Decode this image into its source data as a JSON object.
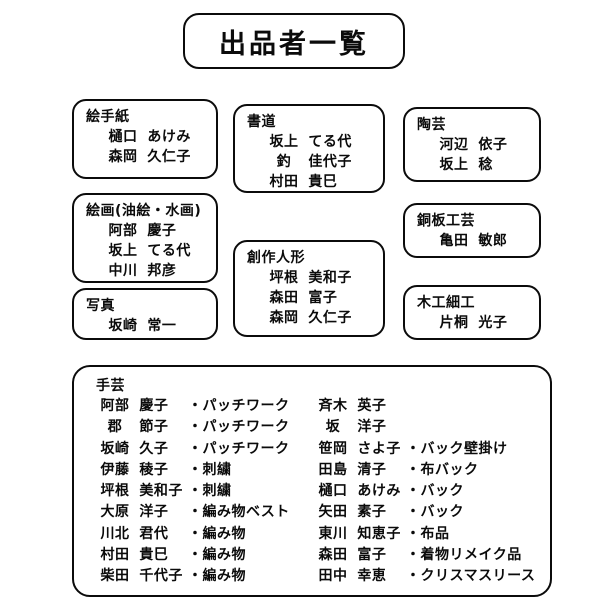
{
  "title": {
    "text": "出品者一覧"
  },
  "categories": [
    {
      "id": "etegami",
      "name": "絵手紙",
      "members": [
        {
          "surname": "樋口",
          "given": "あけみ"
        },
        {
          "surname": "森岡",
          "given": "久仁子"
        }
      ]
    },
    {
      "id": "kaiga",
      "name": "絵画(油絵・水画)",
      "members": [
        {
          "surname": "阿部",
          "given": "慶子"
        },
        {
          "surname": "坂上",
          "given": "てる代"
        },
        {
          "surname": "中川",
          "given": "邦彦"
        }
      ]
    },
    {
      "id": "shashin",
      "name": "写真",
      "members": [
        {
          "surname": "坂崎",
          "given": "常一"
        }
      ]
    },
    {
      "id": "shodo",
      "name": "書道",
      "members": [
        {
          "surname": "坂上",
          "given": "てる代"
        },
        {
          "surname": "釣",
          "given": "佳代子"
        },
        {
          "surname": "村田",
          "given": "貴巳"
        }
      ]
    },
    {
      "id": "ningyo",
      "name": "創作人形",
      "members": [
        {
          "surname": "坪根",
          "given": "美和子"
        },
        {
          "surname": "森田",
          "given": "富子"
        },
        {
          "surname": "森岡",
          "given": "久仁子"
        }
      ]
    },
    {
      "id": "togei",
      "name": "陶芸",
      "members": [
        {
          "surname": "河辺",
          "given": "依子"
        },
        {
          "surname": "坂上",
          "given": "稔"
        }
      ]
    },
    {
      "id": "douban",
      "name": "銅板工芸",
      "members": [
        {
          "surname": "亀田",
          "given": "敏郎"
        }
      ]
    },
    {
      "id": "mokko",
      "name": "木工細工",
      "members": [
        {
          "surname": "片桐",
          "given": "光子"
        }
      ]
    }
  ],
  "handicraft": {
    "name": "手芸",
    "left_column": [
      {
        "surname": "阿部",
        "given": "慶子",
        "item": "・パッチワーク"
      },
      {
        "surname": "郡",
        "given": "節子",
        "item": "・パッチワーク"
      },
      {
        "surname": "坂崎",
        "given": "久子",
        "item": "・パッチワーク"
      },
      {
        "surname": "伊藤",
        "given": "稜子",
        "item": "・刺繍"
      },
      {
        "surname": "坪根",
        "given": "美和子",
        "item": "・刺繍"
      },
      {
        "surname": "大原",
        "given": "洋子",
        "item": "・編み物ベスト"
      },
      {
        "surname": "川北",
        "given": "君代",
        "item": "・編み物"
      },
      {
        "surname": "村田",
        "given": "貴巳",
        "item": "・編み物"
      },
      {
        "surname": "柴田",
        "given": "千代子",
        "item": "・編み物"
      }
    ],
    "right_column": [
      {
        "surname": "斉木",
        "given": "英子",
        "item": ""
      },
      {
        "surname": "坂",
        "given": "洋子",
        "item": ""
      },
      {
        "surname": "笹岡",
        "given": "さよ子",
        "item": "・バック壁掛け"
      },
      {
        "surname": "田島",
        "given": "清子",
        "item": "・布バック"
      },
      {
        "surname": "樋口",
        "given": "あけみ",
        "item": "・バック"
      },
      {
        "surname": "矢田",
        "given": "素子",
        "item": "・バック"
      },
      {
        "surname": "東川",
        "given": "知恵子",
        "item": "・布品"
      },
      {
        "surname": "森田",
        "given": "富子",
        "item": "・着物リメイク品"
      },
      {
        "surname": "田中",
        "given": "幸恵",
        "item": "・クリスマスリース"
      }
    ]
  },
  "colors": {
    "border": "#0b0b0b",
    "text": "#0b0b0b",
    "background": "#ffffff"
  }
}
